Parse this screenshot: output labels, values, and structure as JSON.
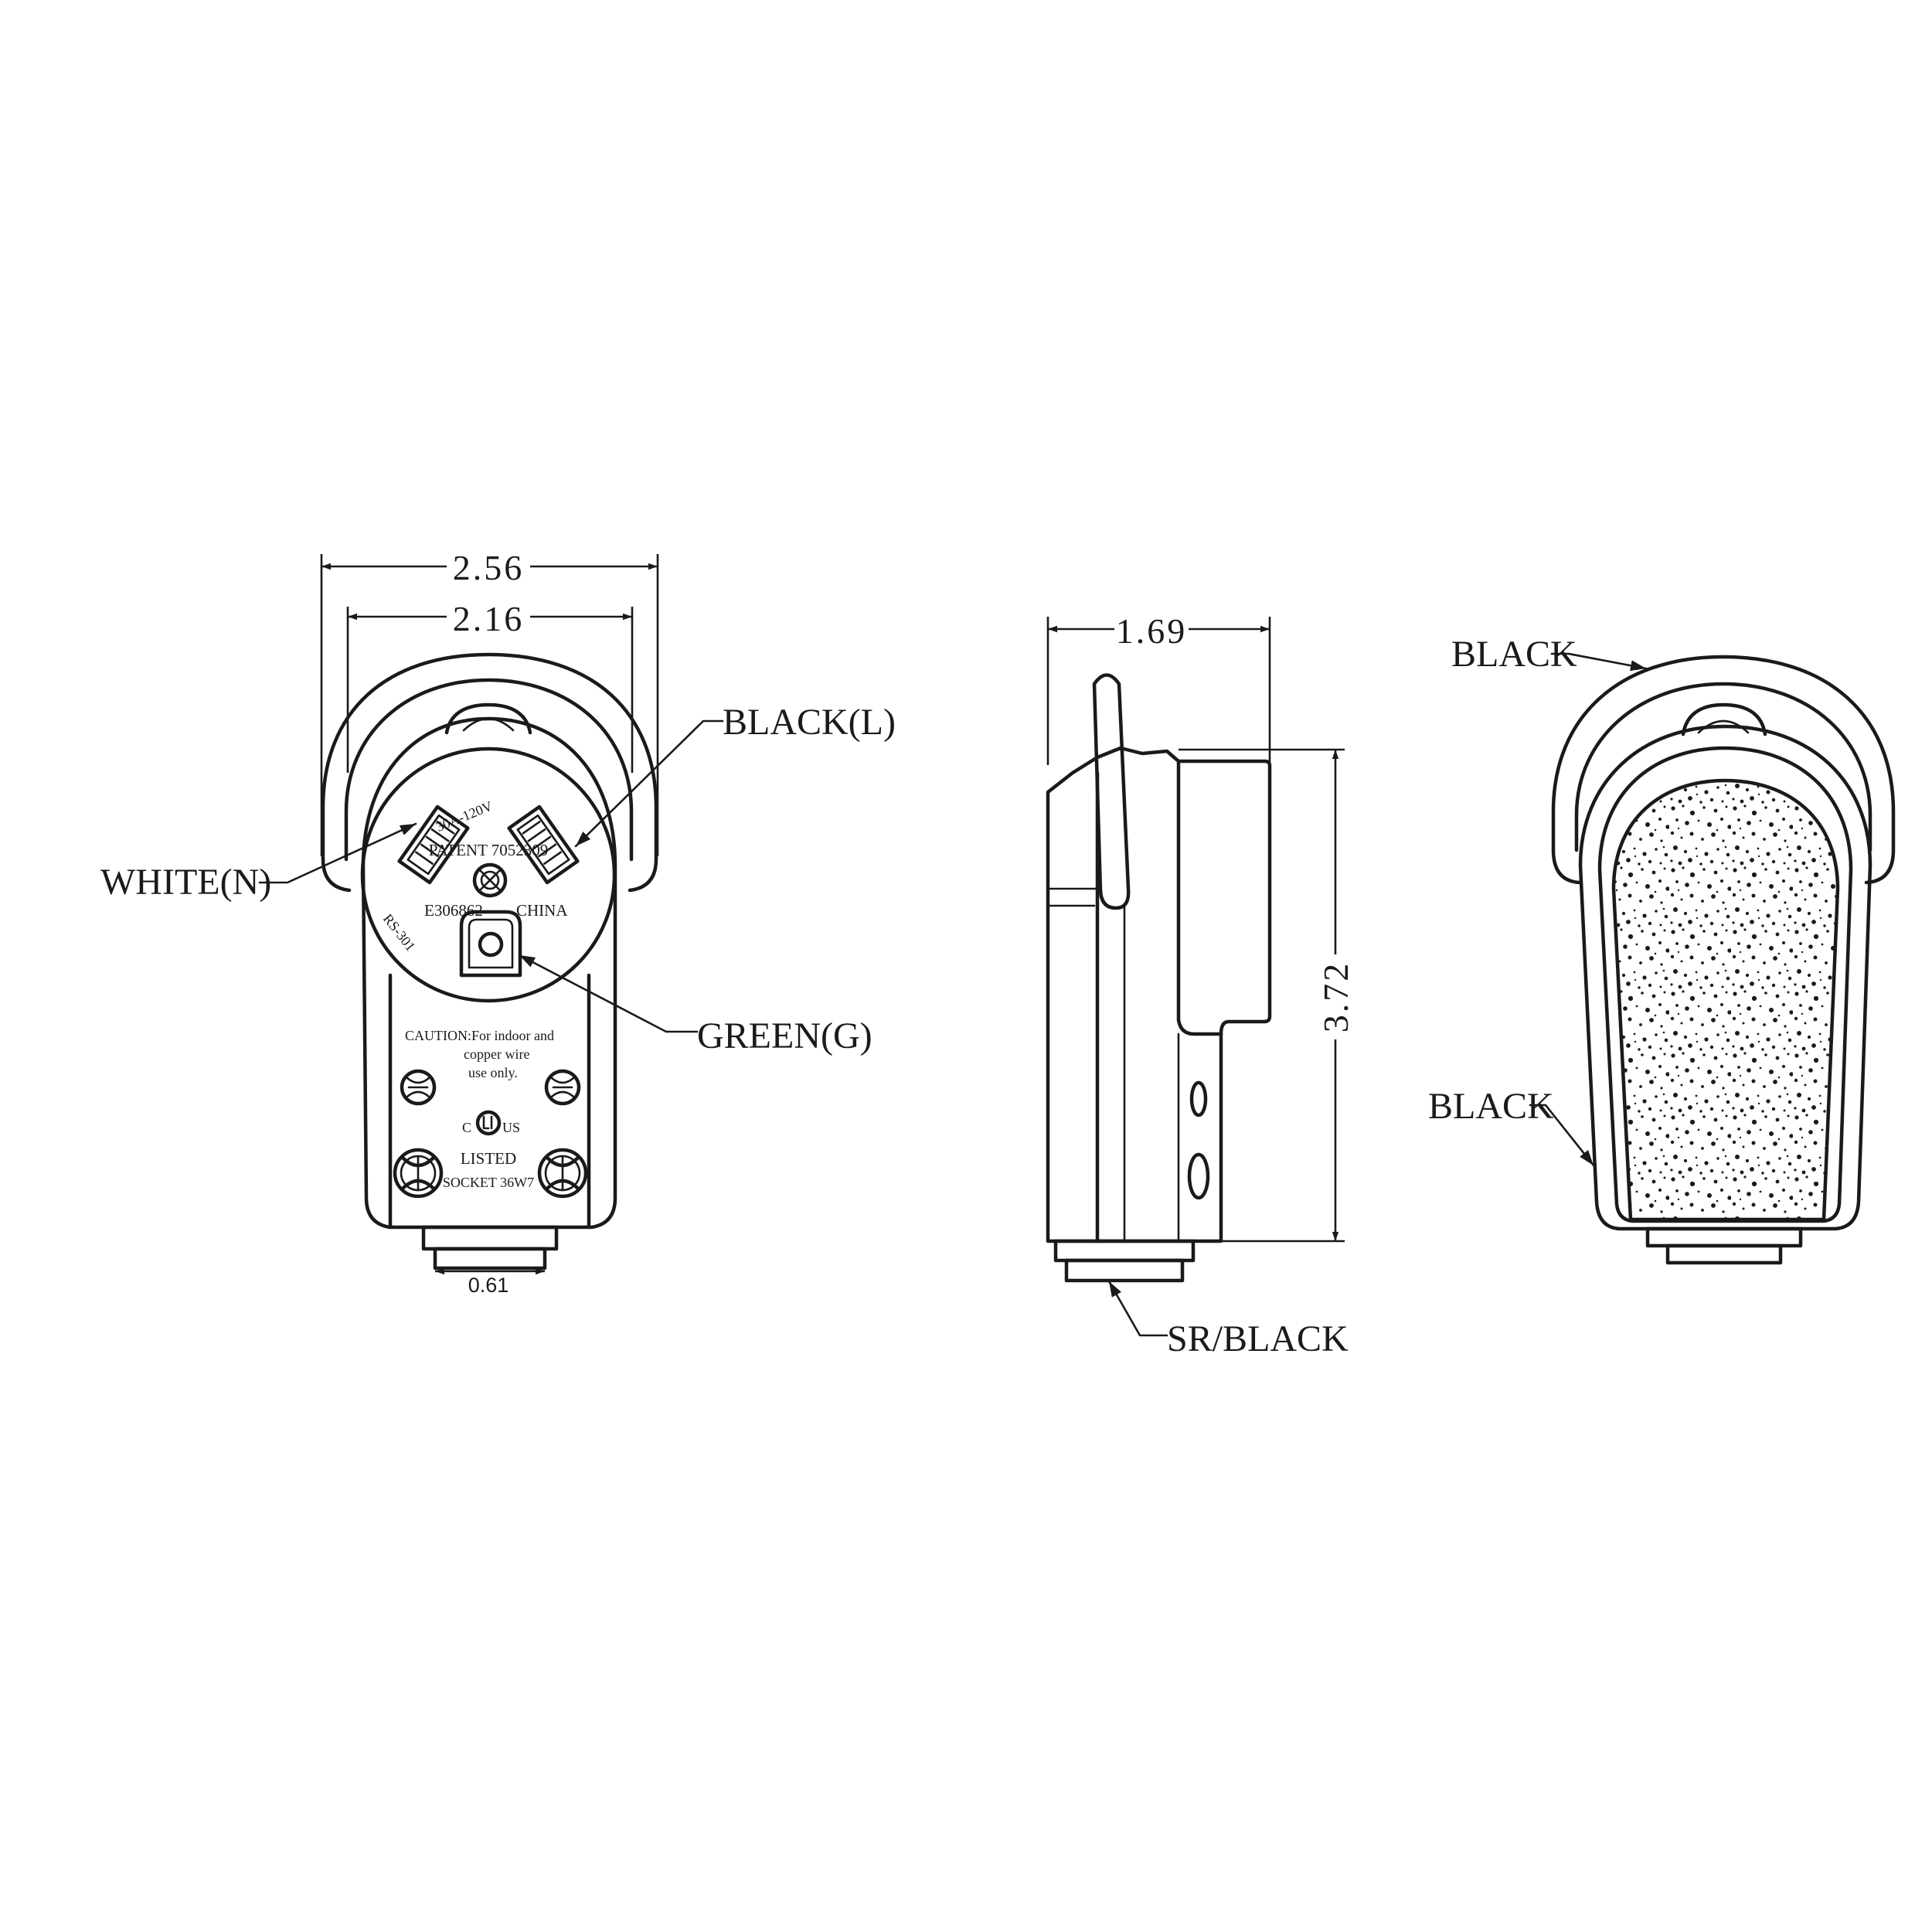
{
  "dimensions": {
    "overall_width": "2.56",
    "body_width": "2.16",
    "depth": "1.69",
    "height": "3.72",
    "cord_width": "0.61"
  },
  "callouts": {
    "black_l": "BLACK(L)",
    "white_n": "WHITE(N)",
    "green_g": "GREEN(G)",
    "sr_black": "SR/BLACK",
    "black_top": "BLACK",
    "black_side": "BLACK"
  },
  "face_text": {
    "rating": "30A-120V",
    "patent": "PATENT 7052309",
    "file_no": "E306862",
    "origin": "CHINA",
    "model": "RS-301",
    "caution_1": "CAUTION:For indoor and",
    "caution_2": "copper wire",
    "caution_3": "use only.",
    "mark_c": "C",
    "mark_us": "US",
    "listed": "LISTED",
    "socket": "SOCKET 36W7"
  }
}
